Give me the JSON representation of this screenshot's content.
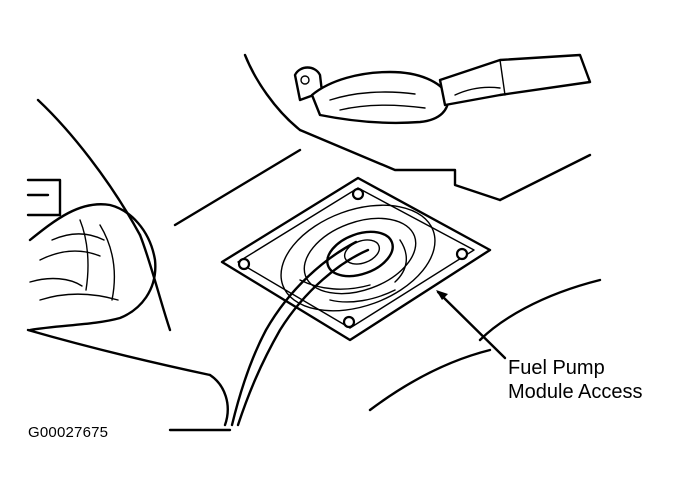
{
  "callout": {
    "line1": "Fuel Pump",
    "line2": "Module Access"
  },
  "figure_id": "G00027675",
  "colors": {
    "ink": "#000000",
    "paper": "#ffffff"
  }
}
